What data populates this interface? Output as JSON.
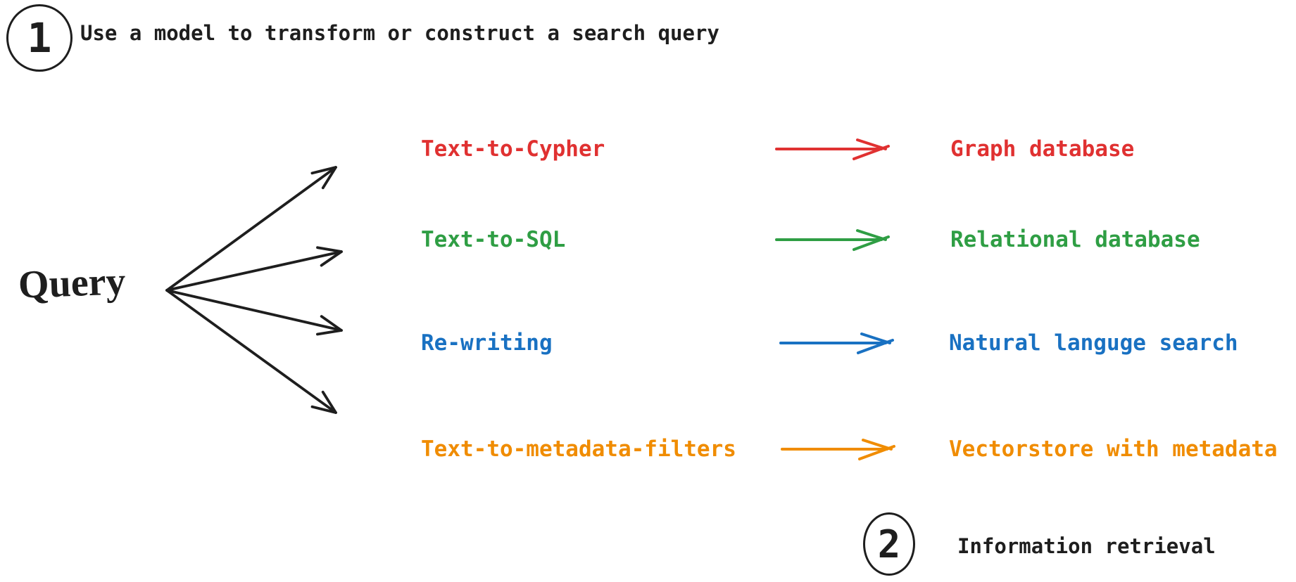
{
  "palette": {
    "ink": "#1e1e1e",
    "background": "#ffffff",
    "red": "#e03131",
    "green": "#2f9e44",
    "blue": "#1971c2",
    "orange": "#f08c00"
  },
  "steps": {
    "step1": {
      "number": "1",
      "label": "Use a model to transform or construct a search query"
    },
    "step2": {
      "number": "2",
      "label": "Information retrieval"
    }
  },
  "query": {
    "label": "Query"
  },
  "rows": [
    {
      "method": "Text-to-Cypher",
      "target": "Graph database",
      "color": "#e03131"
    },
    {
      "method": "Text-to-SQL",
      "target": "Relational database",
      "color": "#2f9e44"
    },
    {
      "method": "Re-writing",
      "target": "Natural languge search",
      "color": "#1971c2"
    },
    {
      "method": "Text-to-metadata-filters",
      "target": "Vectorstore with metadata",
      "color": "#f08c00"
    }
  ]
}
